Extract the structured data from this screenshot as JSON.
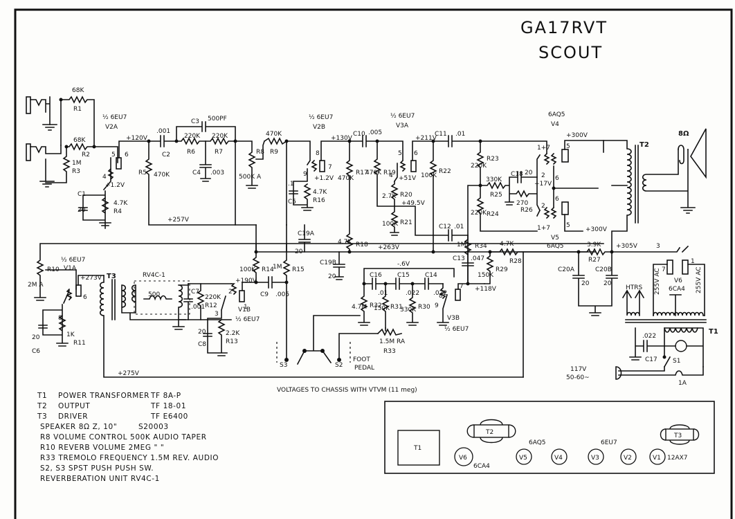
{
  "title": {
    "model": "GA17RVT",
    "name": "SCOUT"
  },
  "tubes": {
    "v2a": [
      "½ 6EU7",
      "V2A"
    ],
    "v2b": [
      "½ 6EU7",
      "V2B"
    ],
    "v3a": [
      "½ 6EU7",
      "V3A"
    ],
    "v4": [
      "6AQ5",
      "V4"
    ],
    "v5": [
      "V5",
      "6AQ5"
    ],
    "v1a": [
      "½ 6EU7",
      "V1A"
    ],
    "v1b": [
      "V1B",
      "½ 6EU7"
    ],
    "v3b": [
      "V3B",
      "½ 6EU7"
    ],
    "v6": [
      "V6",
      "6CA4"
    ]
  },
  "components": {
    "r1": [
      "68K",
      "R1"
    ],
    "r2": [
      "68K",
      "R2"
    ],
    "r3": [
      "1M",
      "R3"
    ],
    "r4": [
      "4.7K",
      "R4"
    ],
    "r5": [
      "470K",
      "R5"
    ],
    "r6": [
      "220K",
      "R6"
    ],
    "r7": [
      "220K",
      "R7"
    ],
    "r8": [
      "500K A",
      "R8"
    ],
    "r9": [
      "470K",
      "R9"
    ],
    "r10": [
      "2M A",
      "R10"
    ],
    "r11": [
      "1K",
      "R11"
    ],
    "r12": [
      "220K",
      "R12"
    ],
    "r13": [
      "2.2K",
      "R13"
    ],
    "r14": [
      "100K",
      "R14"
    ],
    "r15": [
      "1M",
      "R15"
    ],
    "r16": [
      "4.7K",
      "R16"
    ],
    "r17": [
      "470K",
      "R17"
    ],
    "r18": [
      "4.7K",
      "R18"
    ],
    "r19": [
      "470K",
      "R19"
    ],
    "r20": [
      "2.7K",
      "R20"
    ],
    "r21": [
      "100K",
      "R21"
    ],
    "r22": [
      "100K",
      "R22"
    ],
    "r23": [
      "220K",
      "R23"
    ],
    "r24": [
      "220K",
      "R24"
    ],
    "r25": [
      "330K",
      "R25"
    ],
    "r26": [
      "270",
      "R26"
    ],
    "r27": [
      "3.9K",
      "R27"
    ],
    "r28": [
      "4.7K",
      "R28"
    ],
    "r29": [
      "150K",
      "R29"
    ],
    "r30": [
      "330K",
      "R30"
    ],
    "r31": [
      "150K",
      "R31"
    ],
    "r32": [
      "4.7M",
      "R32"
    ],
    "r33": [
      "1.5M RA",
      "R33"
    ],
    "r34": [
      "1M",
      "R34"
    ],
    "c1": [
      "C1",
      "20"
    ],
    "c2": [
      ".001",
      "C2"
    ],
    "c3": [
      "C3",
      "500PF"
    ],
    "c4": [
      "C4",
      ".003"
    ],
    "c5": [
      ".1",
      "C5"
    ],
    "c6": [
      "20",
      "C6"
    ],
    "c7": [
      "C7",
      ".001"
    ],
    "c8": [
      "20",
      "C8"
    ],
    "c9": [
      "C9",
      ".005"
    ],
    "c10": [
      "C10",
      ".005"
    ],
    "c11": [
      "C11",
      ".01"
    ],
    "c12": [
      "C12",
      ".01"
    ],
    "c13": [
      "C13",
      ".047"
    ],
    "c14": [
      "C14",
      ".022"
    ],
    "c15": [
      "C15",
      ".022"
    ],
    "c16": [
      "C16",
      ".01"
    ],
    "c17": [
      ".022",
      "C17"
    ],
    "c18": [
      "C18",
      "20"
    ],
    "c19a": [
      "C19A",
      "20"
    ],
    "c19b": [
      "C19B",
      "20"
    ],
    "c20a": [
      "C20A",
      "20"
    ],
    "c20b": [
      "C20B",
      "20"
    ]
  },
  "transformers": {
    "t1": "T1",
    "t2": "T2",
    "t3": "T3",
    "reverb": "RV4C-1"
  },
  "voltages": {
    "v120": "+120V",
    "v257": "+257V",
    "v130": "+130V",
    "v211": "+211V",
    "v300a": "+300V",
    "v300b": "+300V",
    "v305": "+305V",
    "v263": "+263V",
    "v273": "+273V",
    "v275": "+275V",
    "v190": "+190V",
    "v1_2a": "+1.2V",
    "v1_2b": "+1.2V",
    "v51": "+51V",
    "v49_5": "+49.5V",
    "v17": "+17V",
    "v118": "+118V",
    "vneg6": "-.6V"
  },
  "pins": [
    "5",
    "6",
    "4",
    "8",
    "7",
    "9",
    "5",
    "6",
    "4",
    "1+7",
    "2",
    "6",
    "5",
    "6",
    "2",
    "1+7",
    "5",
    "7",
    "6",
    "8",
    "2",
    "1",
    "3",
    "8",
    "7",
    "9",
    "3",
    "7",
    "1"
  ],
  "misc": {
    "speaker": "8Ω",
    "heaters": "HTRS",
    "ac_left": "255V AC",
    "ac_right": "255V AC",
    "mains_v": "117V",
    "mains_hz": "50-60~",
    "fuse": "1A",
    "switch_s1": "S1",
    "foot_pedal": [
      "FOOT",
      "PEDAL"
    ],
    "s2": "S2",
    "s3": "S3",
    "reverb_coil": "500"
  },
  "note": "VOLTAGES TO CHASSIS WITH VTVM (11 meg)",
  "parts_list": [
    [
      "T1",
      "POWER TRANSFORMER",
      "TF 8A-P"
    ],
    [
      "T2",
      "OUTPUT",
      "TF 18-01"
    ],
    [
      "T3",
      "DRIVER",
      "TF E6400"
    ],
    [
      "",
      "SPEAKER  8Ω Z, 10\"",
      "S20003"
    ],
    [
      "",
      "R8 VOLUME CONTROL  500K AUDIO TAPER",
      ""
    ],
    [
      "",
      "R10 REVERB VOLUME  2MEG  \"  \"",
      ""
    ],
    [
      "",
      "R33 TREMOLO FREQUENCY  1.5M REV. AUDIO",
      ""
    ],
    [
      "",
      "S2, S3  SPST PUSH PUSH SW.",
      ""
    ],
    [
      "",
      "REVERBERATION UNIT  RV4C-1",
      ""
    ]
  ],
  "layout_view": {
    "t1": "T1",
    "t2": "T2",
    "t3": "T3",
    "tubes": [
      "V6",
      "V5",
      "V4",
      "V3",
      "V2",
      "V1"
    ],
    "labels": {
      "v6": "6CA4",
      "v45": "6AQ5",
      "v23": "6EU7",
      "v1": "12AX7"
    }
  }
}
